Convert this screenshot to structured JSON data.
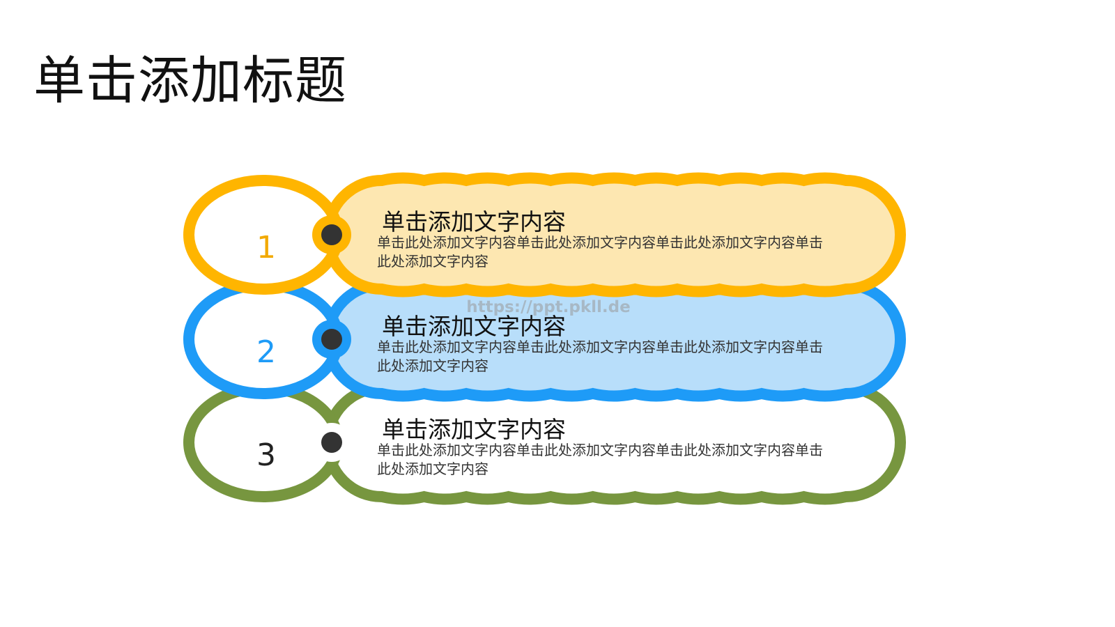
{
  "slide": {
    "title": "单击添加标题",
    "watermark": "https://ppt.pkll.de"
  },
  "items": [
    {
      "number": "1",
      "heading": "单击添加文字内容",
      "desc_line1": "单击此处添加文字内容单击此处添加文字内容单击此处添加文字内容单击",
      "desc_line2": "此处添加文字内容",
      "stroke": "#FFB500",
      "fill": "#FDE7B1",
      "number_color": "#F2A900"
    },
    {
      "number": "2",
      "heading": "单击添加文字内容",
      "desc_line1": "单击此处添加文字内容单击此处添加文字内容单击此处添加文字内容单击",
      "desc_line2": "此处添加文字内容",
      "stroke": "#1E9BF7",
      "fill": "#B8DEFA",
      "number_color": "#1E9BF7"
    },
    {
      "number": "3",
      "heading": "单击添加文字内容",
      "desc_line1": "单击此处添加文字内容单击此处添加文字内容单击此处添加文字内容单击",
      "desc_line2": "此处添加文字内容",
      "stroke": "#77963F",
      "fill": "#FFFFFF",
      "number_color": "#222222"
    }
  ]
}
